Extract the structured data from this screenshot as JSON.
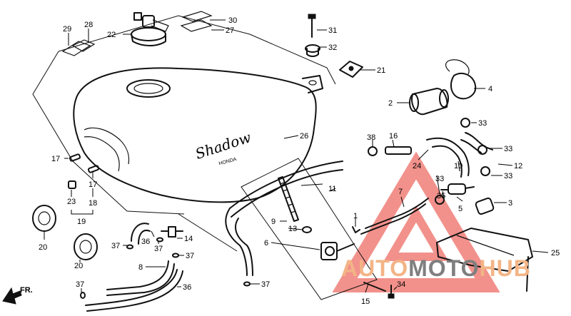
{
  "diagram": {
    "labels": {
      "p1": "1",
      "p2": "2",
      "p3": "3",
      "p4": "4",
      "p5": "5",
      "p6": "6",
      "p7": "7",
      "p8": "8",
      "p9": "9",
      "p10": "10",
      "p11": "11",
      "p12": "12",
      "p13": "13",
      "p14": "14",
      "p15": "15",
      "p16": "16",
      "p17a": "17",
      "p17b": "17",
      "p18": "18",
      "p19": "19",
      "p20a": "20",
      "p20b": "20",
      "p21": "21",
      "p22": "22",
      "p23": "23",
      "p24": "24",
      "p25": "25",
      "p26": "26",
      "p27": "27",
      "p28": "28",
      "p29": "29",
      "p30": "30",
      "p31": "31",
      "p32": "32",
      "p33a": "33",
      "p33b": "33",
      "p33c": "33",
      "p33d": "33",
      "p34": "34",
      "p35": "35",
      "p36a": "36",
      "p36b": "36",
      "p37a": "37",
      "p37b": "37",
      "p37c": "37",
      "p37d": "37",
      "p38": "38"
    },
    "tank_logo": "Shadow",
    "tank_brand": "HONDA",
    "direction_label": "FR."
  },
  "watermark": {
    "part_a": "AUTO",
    "part_b": "MOTO",
    "part_c": "HUB",
    "accent_color": "#e8382e",
    "gray_color": "#7f7f7f"
  }
}
